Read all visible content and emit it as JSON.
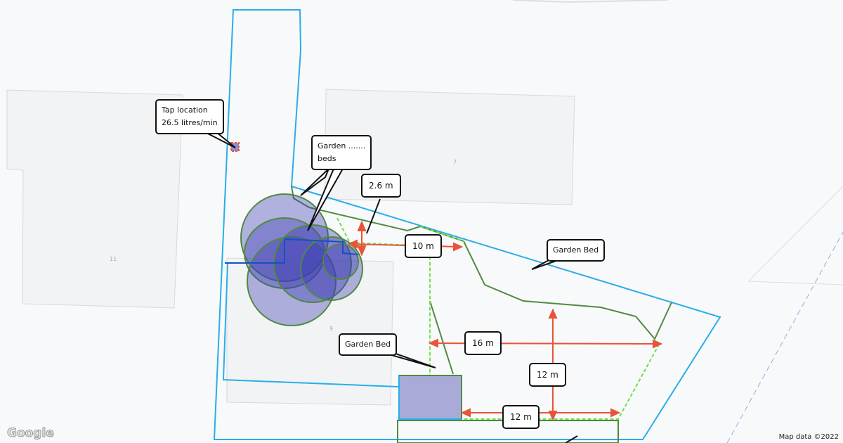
{
  "map": {
    "building_numbers": [
      "11",
      "7",
      "9"
    ],
    "attribution": "Map data ©2022",
    "logo": "Google"
  },
  "callouts": {
    "tap": {
      "line1": "Tap location",
      "line2": "26.5 litres/min"
    },
    "garden_beds": {
      "line1": "Garden .......",
      "line2": "beds"
    },
    "garden_bed_right": "Garden Bed",
    "garden_bed_bottom": "Garden Bed"
  },
  "dimensions": {
    "d1": "2.6 m",
    "d2": "10 m",
    "d3": "16 m",
    "d4": "12 m",
    "d5": "12 m"
  },
  "colors": {
    "boundary": "#29aee8",
    "bed_outline": "#4f8a3f",
    "dashed_bed": "#6ee04a",
    "measure": "#e8543a",
    "canopy_fill": "#3c3cb4"
  }
}
